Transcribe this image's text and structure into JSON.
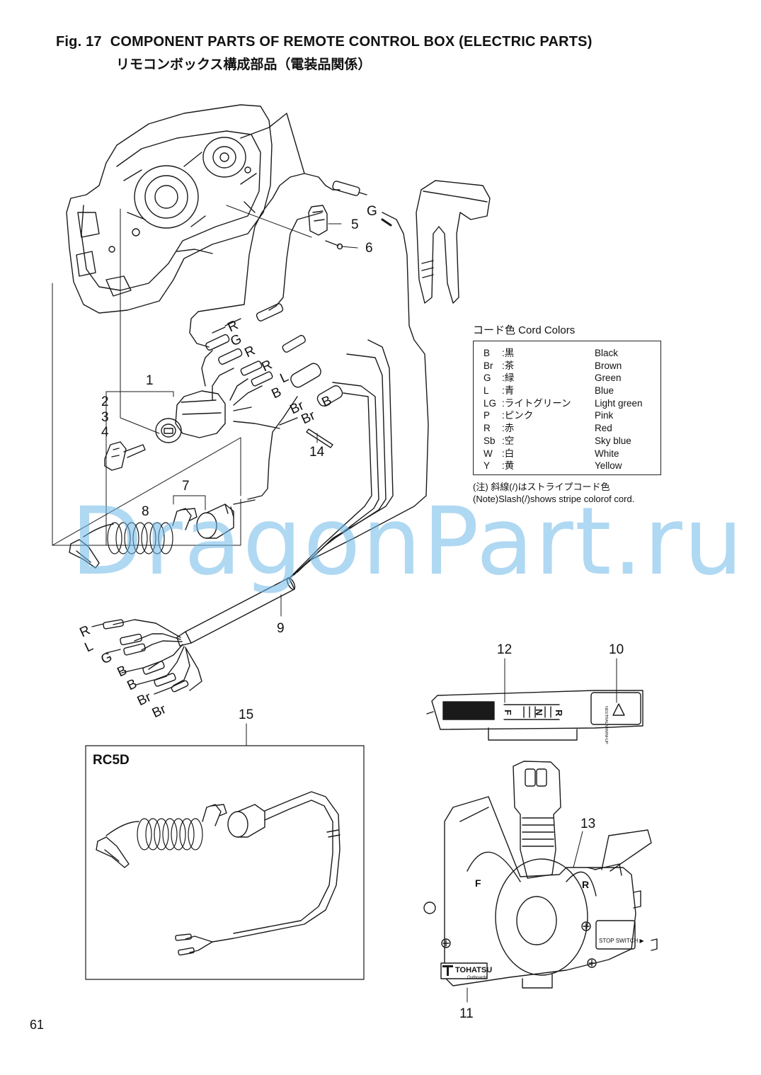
{
  "header": {
    "figure_number": "Fig. 17",
    "title_en": "COMPONENT PARTS OF REMOTE CONTROL BOX (ELECTRIC PARTS)",
    "title_jp": "リモコンボックス構成部品（電装品関係）"
  },
  "callouts": [
    "1",
    "2",
    "3",
    "4",
    "5",
    "6",
    "7",
    "8",
    "9",
    "10",
    "11",
    "12",
    "13",
    "14",
    "15"
  ],
  "wire_labels": {
    "top_g": "G",
    "r1": "R",
    "g1": "G",
    "r2": "R",
    "r3": "R",
    "l1": "L",
    "b1": "B",
    "b2": "B",
    "br1": "Br",
    "br2": "Br",
    "cable_ends": [
      "R",
      "L",
      "G",
      "B",
      "B",
      "Br",
      "Br"
    ]
  },
  "cord_colors": {
    "title": "コード色 Cord Colors",
    "rows": [
      {
        "code": "B",
        "jp": ":黒",
        "en": "Black"
      },
      {
        "code": "Br",
        "jp": ":茶",
        "en": "Brown"
      },
      {
        "code": "G",
        "jp": ":緑",
        "en": "Green"
      },
      {
        "code": "L",
        "jp": ":青",
        "en": "Blue"
      },
      {
        "code": "LG",
        "jp": ":ライトグリーン",
        "en": "Light green"
      },
      {
        "code": "P",
        "jp": ":ピンク",
        "en": "Pink"
      },
      {
        "code": "R",
        "jp": ":赤",
        "en": "Red"
      },
      {
        "code": "Sb",
        "jp": ":空",
        "en": "Sky blue"
      },
      {
        "code": "W",
        "jp": ":白",
        "en": "White"
      },
      {
        "code": "Y",
        "jp": ":黄",
        "en": "Yellow"
      }
    ],
    "note_jp": "(注) 斜線(/)はストライプコード色",
    "note_en": "(Note)Slash(/)shows stripe colorof cord."
  },
  "inset": {
    "label": "RC5D"
  },
  "control_labels": {
    "shift_f": "F",
    "shift_n": "N",
    "shift_r": "R",
    "neutral_warmup": "NEUTRAL WARM-UP",
    "lever_f": "F",
    "lever_r": "R",
    "stop_switch": "STOP SWITCH ▶",
    "brand": "TOHATSU",
    "brand_sub": "Outboards"
  },
  "watermark": "DragonPart.ru",
  "page_number": "61",
  "colors": {
    "line": "#1a1a1a",
    "watermark": "#6fb9e8"
  }
}
